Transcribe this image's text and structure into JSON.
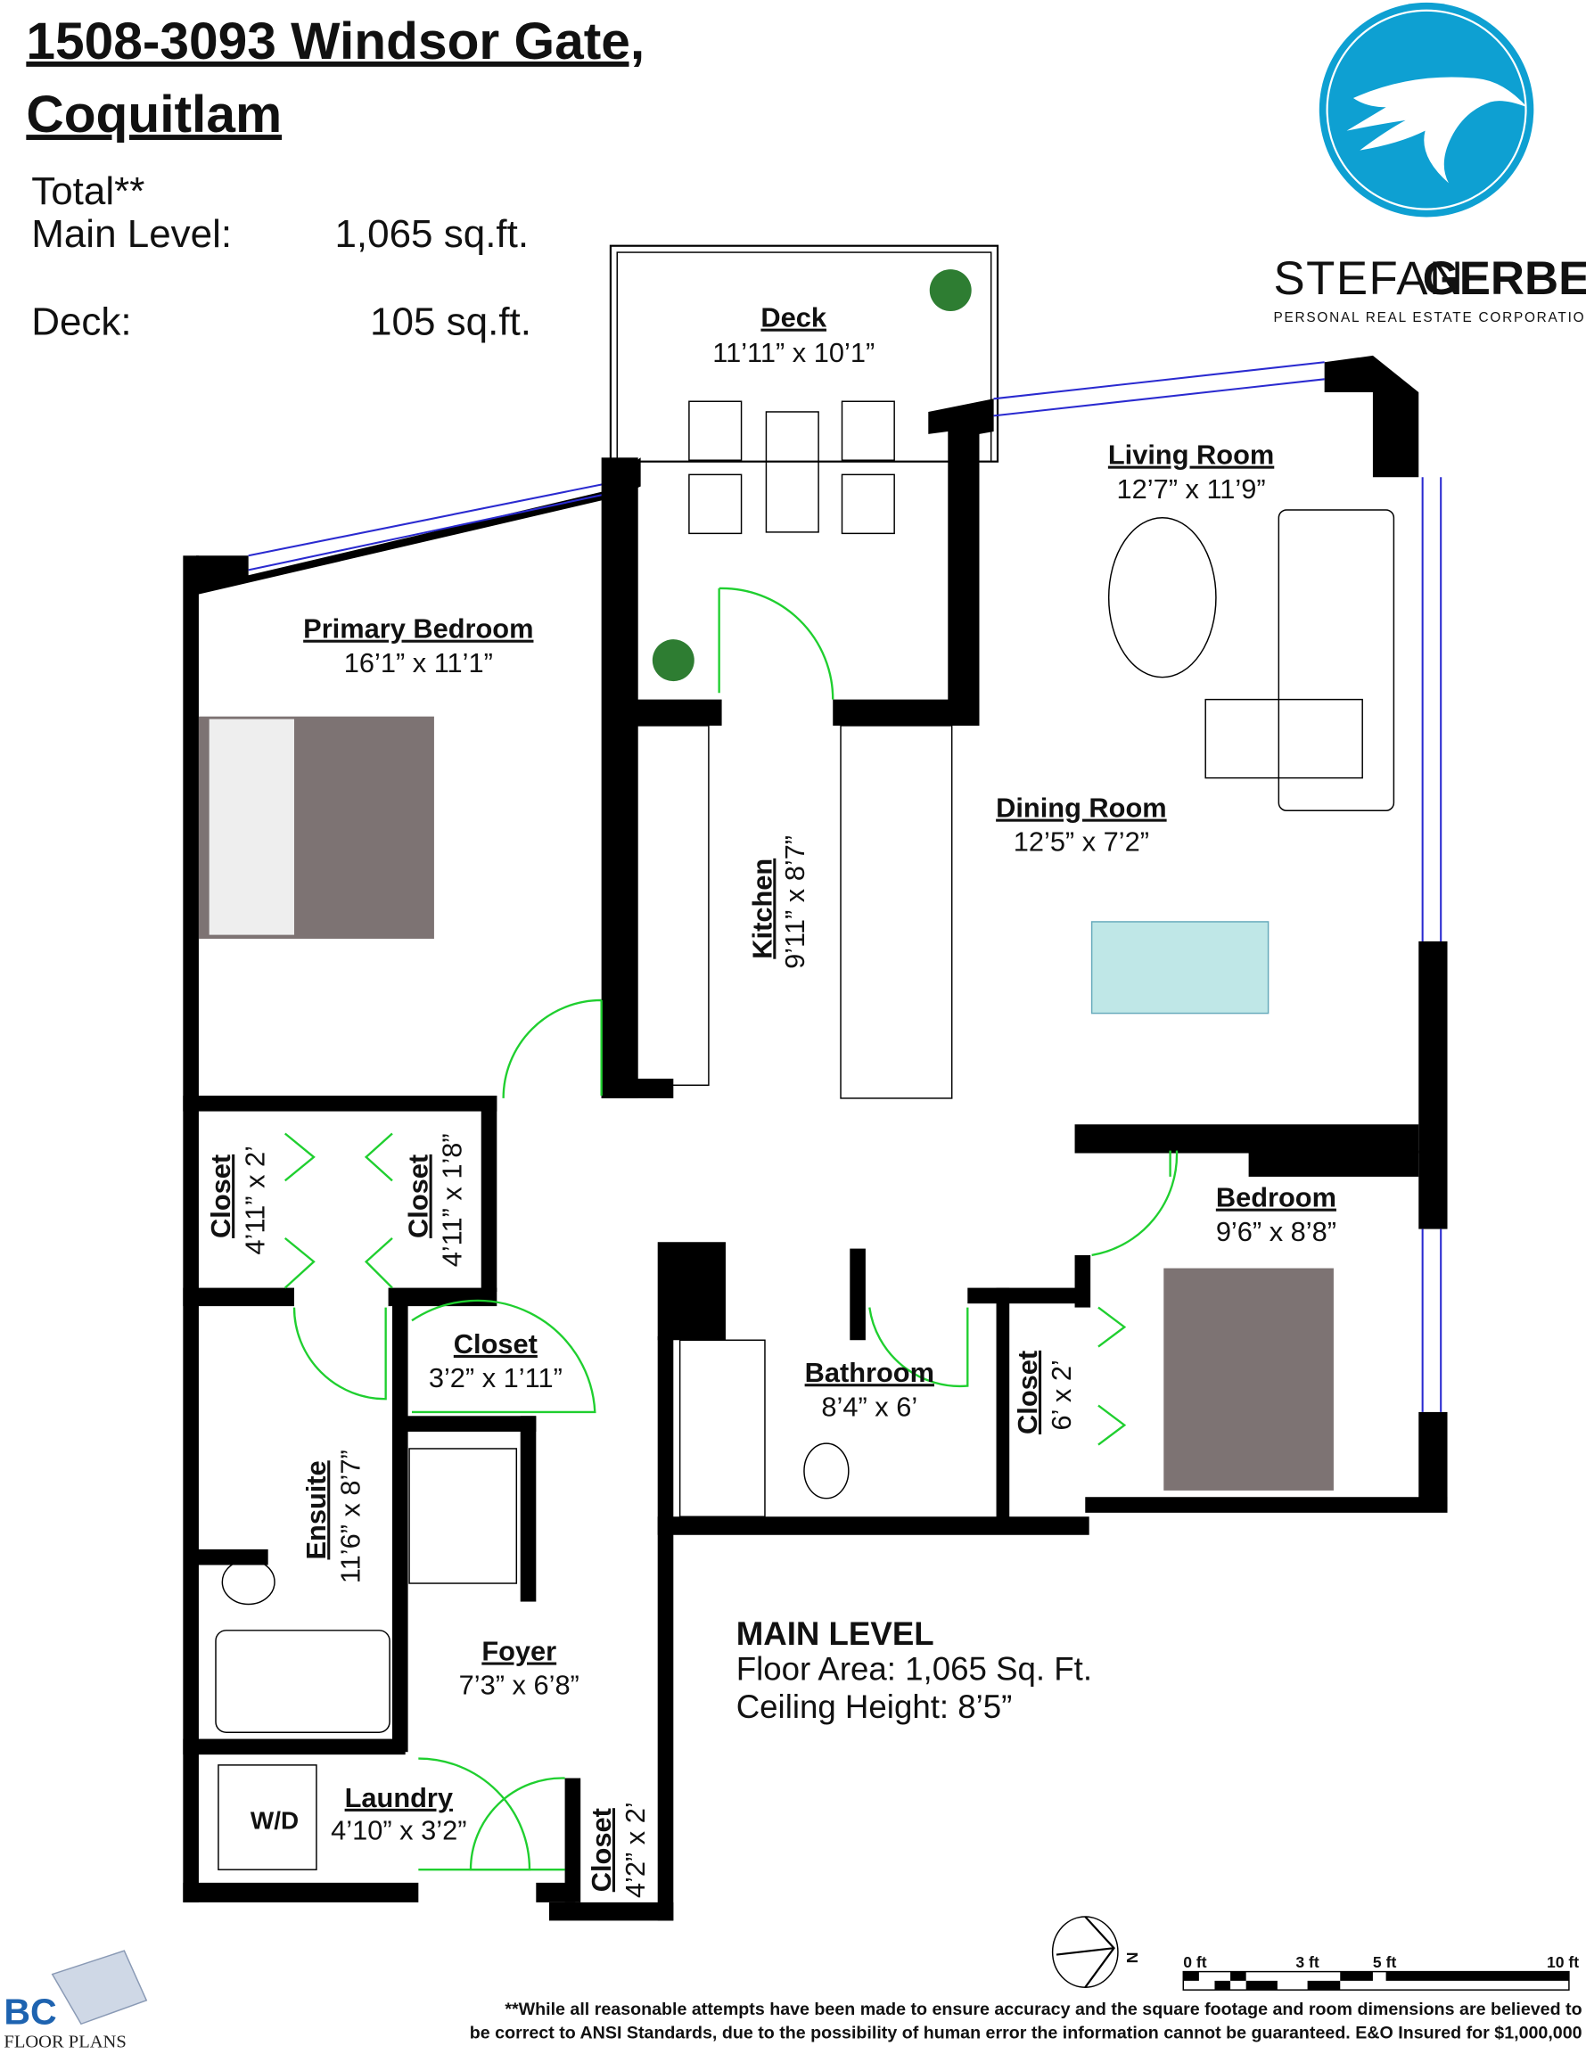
{
  "header": {
    "address_line1": "1508-3093 Windsor Gate,",
    "address_line2": "Coquitlam",
    "total_label": "Total**",
    "main_level_label": "Main Level:",
    "main_level_value": "1,065 sq.ft.",
    "deck_label": "Deck:",
    "deck_value": "105 sq.ft."
  },
  "brand": {
    "name_light": "STEFAN",
    "name_bold": "GERBER",
    "tagline": "PERSONAL REAL ESTATE CORPORATION",
    "logo_color": "#0ea0d2"
  },
  "rooms": {
    "deck": {
      "name": "Deck",
      "dims": "11’11” x 10’1”"
    },
    "living": {
      "name": "Living Room",
      "dims": "12’7” x 11’9”"
    },
    "primary": {
      "name": "Primary Bedroom",
      "dims": "16’1” x 11’1”"
    },
    "dining": {
      "name": "Dining Room",
      "dims": "12’5” x 7’2”"
    },
    "kitchen": {
      "name": "Kitchen",
      "dims": "9’11” x 8’7”"
    },
    "bedroom": {
      "name": "Bedroom",
      "dims": "9’6” x 8’8”"
    },
    "closet1": {
      "name": "Closet",
      "dims": "4’11” x 2’"
    },
    "closet2": {
      "name": "Closet",
      "dims": "4’11” x 1’8”"
    },
    "closet3": {
      "name": "Closet",
      "dims": "3’2” x 1’11”"
    },
    "bathroom": {
      "name": "Bathroom",
      "dims": "8’4” x 6’"
    },
    "closet4": {
      "name": "Closet",
      "dims": "6’ x 2’"
    },
    "ensuite": {
      "name": "Ensuite",
      "dims": "11’6” x 8’7”"
    },
    "foyer": {
      "name": "Foyer",
      "dims": "7’3” x 6’8”"
    },
    "laundry": {
      "name": "Laundry",
      "dims": "4’10” x 3’2”",
      "appliance": "W/D"
    },
    "closet5": {
      "name": "Closet",
      "dims": "4’2” x 2’"
    }
  },
  "summary": {
    "title": "MAIN LEVEL",
    "floor_area": "Floor Area: 1,065 Sq. Ft.",
    "ceiling": "Ceiling Height: 8’5”"
  },
  "compass": {
    "label": "N"
  },
  "scale": {
    "labels": [
      "0 ft",
      "3 ft",
      "5 ft",
      "10 ft"
    ]
  },
  "footer": {
    "disclaimer_line1": "**While all reasonable attempts have been made to ensure accuracy and the square footage and room dimensions are believed to",
    "disclaimer_line2": "be correct to ANSI Standards, due to the possibility of human error the information cannot be guaranteed. E&O Insured for $1,000,000",
    "bc_logo_text": "BC",
    "bc_logo_sub": "FLOOR PLANS"
  }
}
